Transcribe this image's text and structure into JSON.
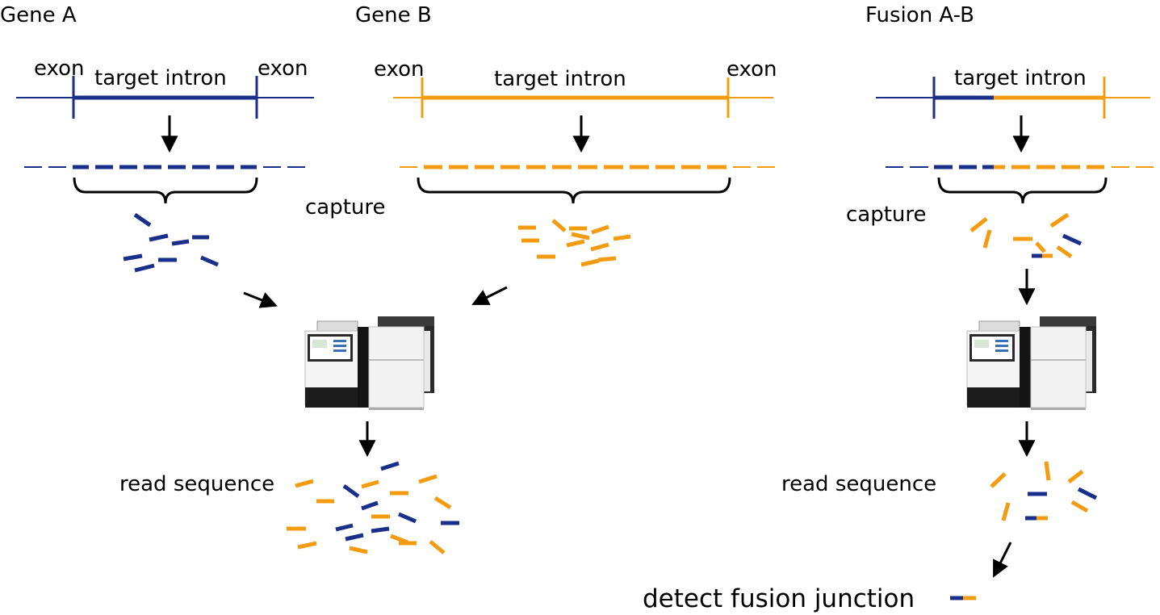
{
  "colors": {
    "gene_a": "#1a2f8a",
    "gene_b": "#f39c12",
    "text": "#000000",
    "arrow": "#000000",
    "machine_body": "#f2f2f2",
    "machine_dark": "#1c1c1c"
  },
  "gene_a": {
    "title": "Gene A",
    "exon_left": "exon",
    "intron": "target intron",
    "exon_right": "exon"
  },
  "gene_b": {
    "title": "Gene B",
    "exon_left": "exon",
    "intron": "target intron",
    "exon_right": "exon",
    "capture": "capture"
  },
  "fusion": {
    "title": "Fusion A-B",
    "intron": "target intron",
    "capture": "capture",
    "read_sequence": "read sequence",
    "detect": "detect fusion junction"
  },
  "merged": {
    "read_sequence": "read sequence"
  },
  "icons": {
    "sequencer": "sequencer-machine-icon",
    "arrow": "arrow-down-icon"
  }
}
